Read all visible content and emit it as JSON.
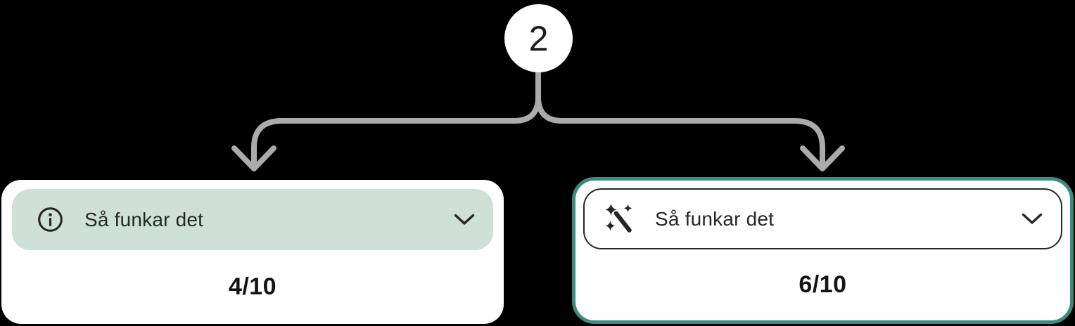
{
  "badge": {
    "number": "2"
  },
  "cards": [
    {
      "id": "info-variant",
      "icon": "info-icon",
      "header_label": "Så funkar det",
      "score": "4/10"
    },
    {
      "id": "magic-variant",
      "icon": "magic-wand-icon",
      "header_label": "Så funkar det",
      "score": "6/10"
    }
  ],
  "colors": {
    "background": "#000000",
    "card_bg": "#FFFFFF",
    "mint_header": "#CFE0D6",
    "teal_border": "#3A8B82",
    "arrow_gray": "#ABABAB",
    "text_dark": "#262626",
    "score_dark": "#141414"
  }
}
